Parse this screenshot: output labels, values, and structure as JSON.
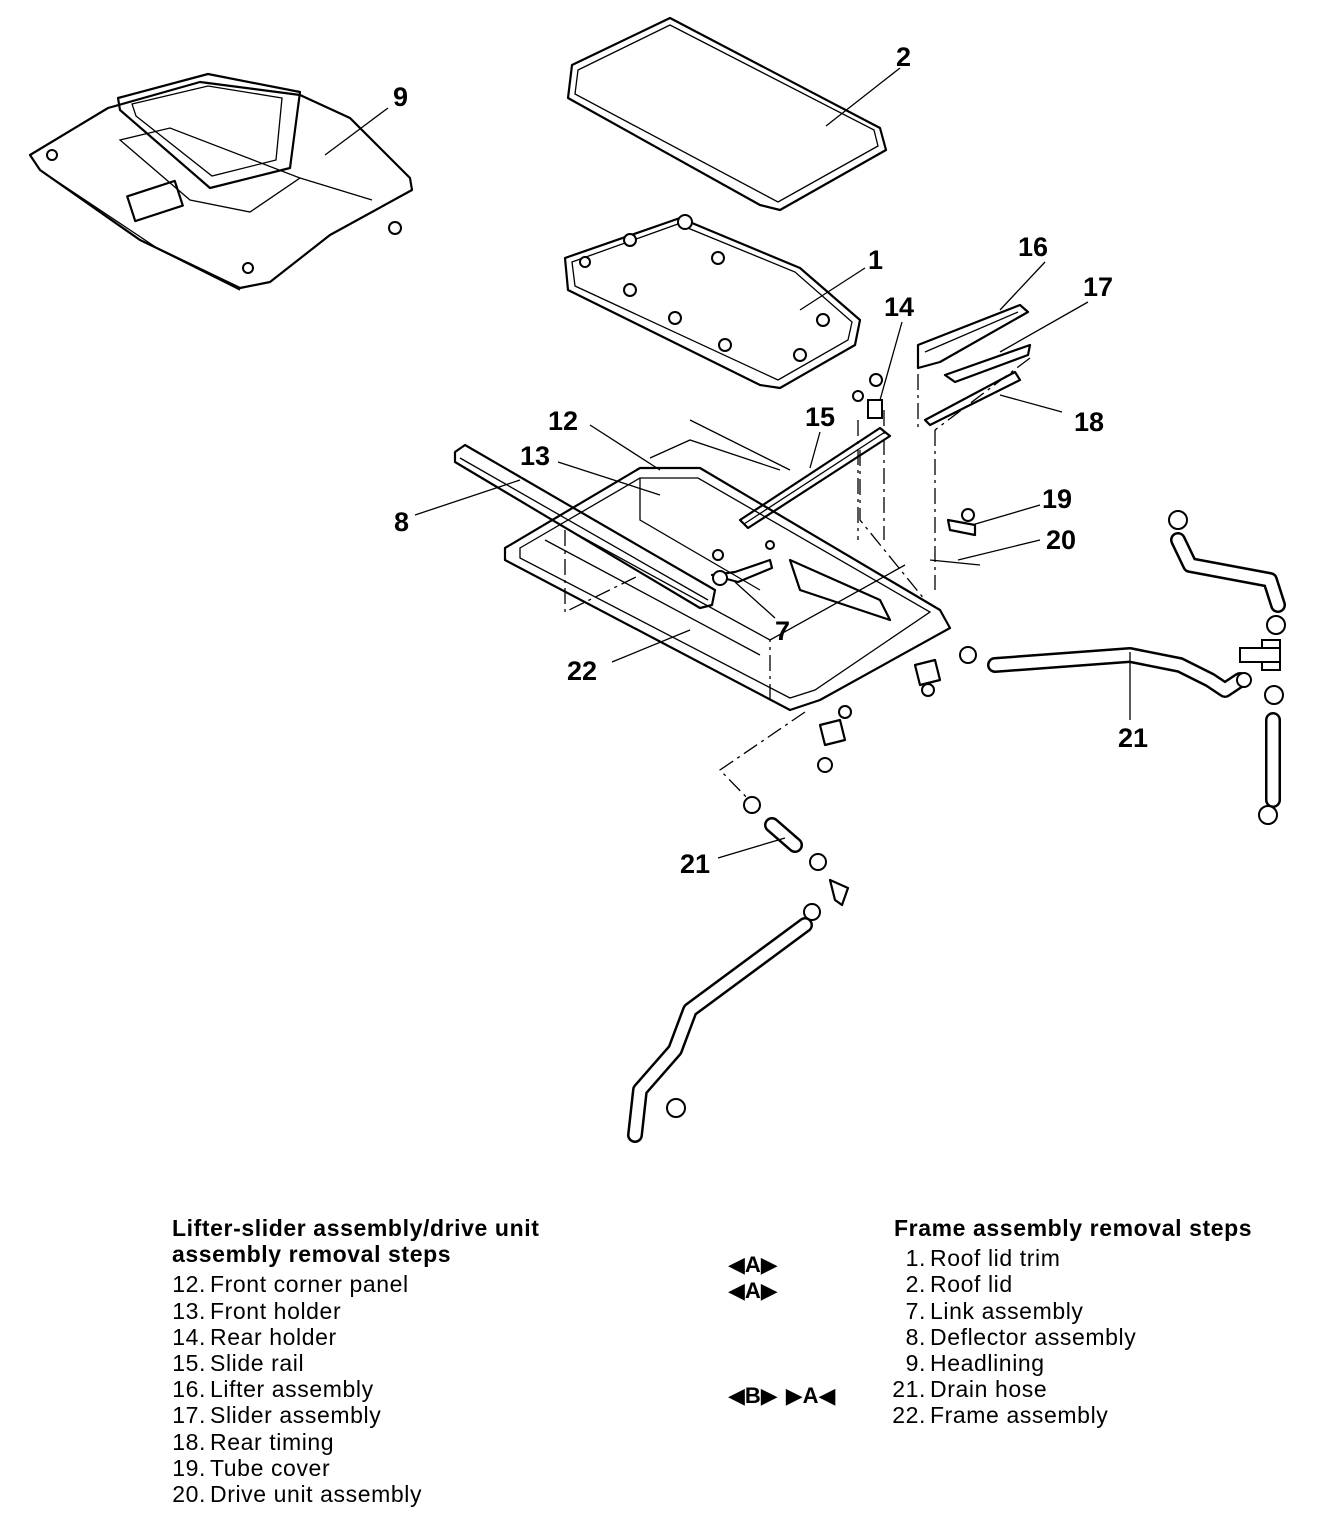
{
  "callouts": {
    "c1": "1",
    "c2": "2",
    "c7": "7",
    "c8": "8",
    "c9": "9",
    "c12": "12",
    "c13": "13",
    "c14": "14",
    "c15": "15",
    "c16": "16",
    "c17": "17",
    "c18": "18",
    "c19": "19",
    "c20": "20",
    "c21a": "21",
    "c21b": "21",
    "c22": "22"
  },
  "left_procedure": {
    "title_line1": "Lifter-slider assembly/drive unit",
    "title_line2": "assembly removal steps",
    "steps": [
      {
        "num": "12.",
        "label": "Front corner panel"
      },
      {
        "num": "13.",
        "label": "Front holder"
      },
      {
        "num": "14.",
        "label": "Rear holder"
      },
      {
        "num": "15.",
        "label": "Slide rail"
      },
      {
        "num": "16.",
        "label": "Lifter assembly"
      },
      {
        "num": "17.",
        "label": "Slider assembly"
      },
      {
        "num": "18.",
        "label": "Rear timing"
      },
      {
        "num": "19.",
        "label": "Tube cover"
      },
      {
        "num": "20.",
        "label": "Drive unit assembly"
      }
    ]
  },
  "right_procedure": {
    "title": "Frame assembly removal steps",
    "steps": [
      {
        "num": "1.",
        "label": "Roof lid trim"
      },
      {
        "num": "2.",
        "label": "Roof lid"
      },
      {
        "num": "7.",
        "label": "Link assembly"
      },
      {
        "num": "8.",
        "label": "Deflector assembly"
      },
      {
        "num": "9.",
        "label": "Headlining"
      },
      {
        "num": "21.",
        "label": "Drain hose"
      },
      {
        "num": "22.",
        "label": "Frame assembly"
      }
    ]
  },
  "service_marks": {
    "roof_lid_trim": "◀A▶",
    "roof_lid": "◀A▶",
    "drain_hose_removal": "◀B▶",
    "drain_hose_install": "▶A◀"
  }
}
